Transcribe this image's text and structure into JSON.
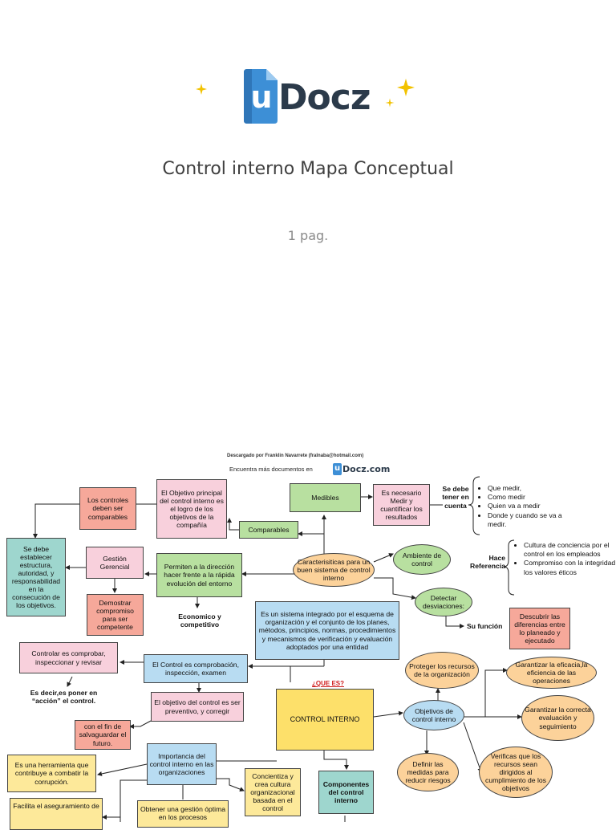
{
  "cover": {
    "logo_text": "Docz",
    "logo_mark": "u",
    "title": "Control interno Mapa Conceptual",
    "pages": "1 pag."
  },
  "watermark": {
    "downloaded_by": "Descargado por Franklin Navarrete (fralnaba@hotmail.com)",
    "find_more": "Encuentra más documentos en",
    "site_mark": "u",
    "site_name": "Docz.com"
  },
  "map": {
    "nodes": {
      "los_controles": "Los controles deben ser comparables",
      "objetivo_principal": "El Objetivo principal del control interno es el logro de los objetivos de la compañía",
      "medibles": "Medibles",
      "necesario_medir": "Es necesario Medir y cuantificar los resultados",
      "se_debe_tener": "Se debe tener en cuenta",
      "comparables": "Comparables",
      "se_debe_establecer": "Se debe establecer estructura, autoridad, y responsabilidad en la consecución de los objetivos.",
      "gestion_gerencial": "Gestión Gerencial",
      "permiten_direccion": "Permiten a la dirección hacer frente a la rápida evolución del entorno",
      "caracteristicas": "Caracterisiticas para un buen sistema de control interno",
      "ambiente_control": "Ambiente de control",
      "hace_referencia": "Hace Referencia",
      "demostrar_compromiso": "Demostrar compromiso para ser competente",
      "economico": "Economico y competitivo",
      "sistema_integrado": "Es un sistema integrado por el esquema de organización y el conjunto de los planes, métodos, principios, normas, procedimientos y mecanismos de verificación y evaluación adoptados por una entidad",
      "detectar_desviaciones": "Detectar desviaciones:",
      "su_funcion": "Su función",
      "descubrir": "Descubrir las diferencias entre lo planeado y ejecutado",
      "controlar_comprobar": "Controlar es comprobar, inspeccionar y revisar",
      "control_comprobacion": "El Control es comprobación, inspección, examen",
      "proteger_recursos": "Proteger los recursos de la organización",
      "garantizar_eficacia": "Garantizar la eficacia,la eficiencia  de las operaciones",
      "es_decir": "Es decir,es poner en “acción” el control.",
      "que_es": "¿QUE ES?",
      "objetivo_preventivo": "El objetivo del control es ser preventivo, y corregir",
      "control_interno": "CONTROL INTERNO",
      "objetivos_control": "Objetivos de control interno",
      "garantizar_evaluacion": "Garantizar la correcta evaluación y seguimiento",
      "fin_salvaguardar": "con el fin de salvaguardar el futuro.",
      "importancia": "Importancia del control interno en las organizaciones",
      "herramienta": "Es una herramienta que contribuye a combatir la corrupción.",
      "concientiza": "Concientiza y crea cultura organizacional basada en el control",
      "componentes": "Componentes del control interno",
      "definir_medidas": "Definir las medidas para reducir riesgos",
      "verificar_recursos": "Verificas que los recursos sean dirigidos al cumplimiento de los objetivos",
      "facilita": "Facilita el aseguramiento de",
      "obtener_gestion": "Obtener una gestión óptima en los procesos"
    },
    "medir_list": [
      "Que medir,",
      "Como medir",
      "Quien va a medir",
      "Donde y cuando se va a medir."
    ],
    "referencia_list": [
      "Cultura de conciencia por el control en los empleados",
      "Compromiso con la integridad y los valores éticos"
    ]
  },
  "colors": {
    "logo_blue": "#3d8fd6",
    "sparkle_yellow": "#f2c200",
    "pink": "#f8d0dc",
    "salmon": "#f6a89a",
    "green": "#b8e0a0",
    "blue": "#b8dcf2",
    "yellow": "#fde99a",
    "gold": "#fde06a",
    "orange": "#fcd29a",
    "teal": "#9ed6ce",
    "link_red": "#d02020"
  }
}
